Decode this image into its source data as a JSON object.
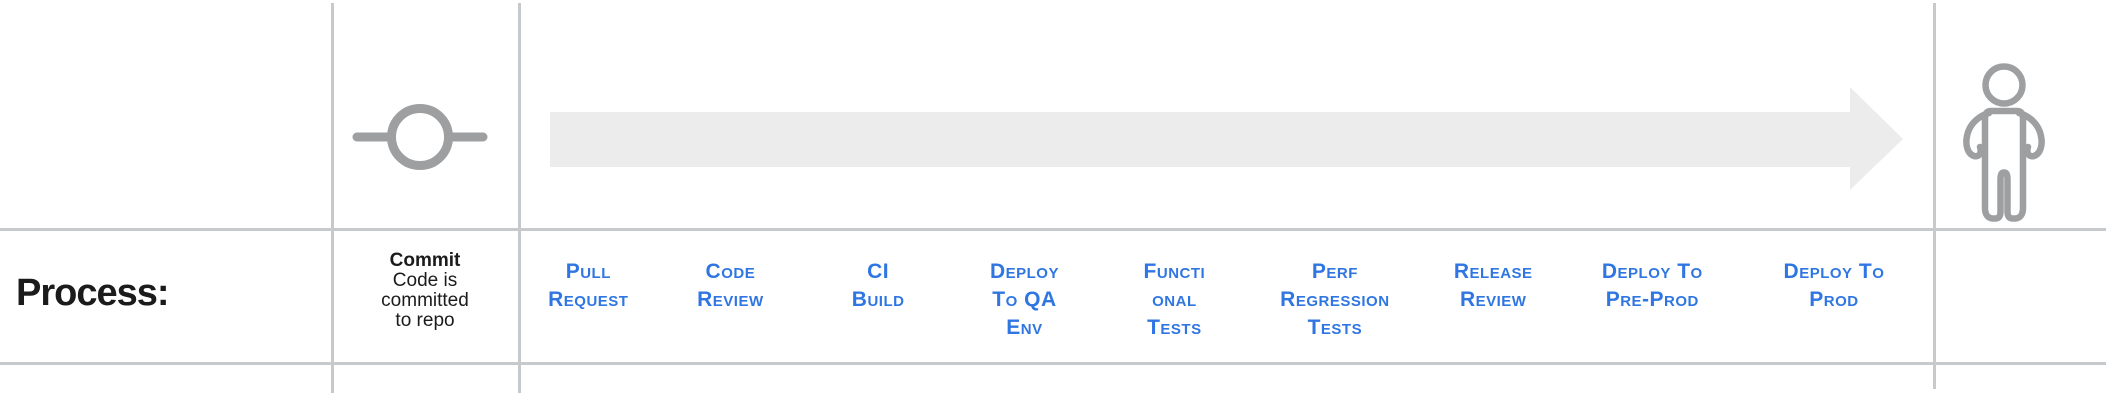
{
  "board": {
    "row_header": "Process:",
    "commit_node": {
      "title": "Commit",
      "subtitle": "Code is\ncommitted\nto repo"
    },
    "steps": [
      {
        "label": "Pull\nRequest"
      },
      {
        "label": "Code\nReview"
      },
      {
        "label": "CI\nBuild"
      },
      {
        "label": "Deploy\nTo QA\nEnv"
      },
      {
        "label": "Functi\nonal\nTests"
      },
      {
        "label": "Perf\nRegression\nTests"
      },
      {
        "label": "Release\nReview"
      },
      {
        "label": "Deploy To\nPre-Prod"
      },
      {
        "label": "Deploy To\nProd"
      }
    ],
    "icons": {
      "commit": "git-commit-node-icon",
      "flow": "right-arrow-icon",
      "actor": "person-icon"
    },
    "colors": {
      "step_blue": "#2f76e3",
      "icon_gray": "#9e9fa1",
      "arrow_gray": "#ececec",
      "grid_gray": "#c7cacd",
      "text_dark": "#1b1b1b"
    }
  }
}
